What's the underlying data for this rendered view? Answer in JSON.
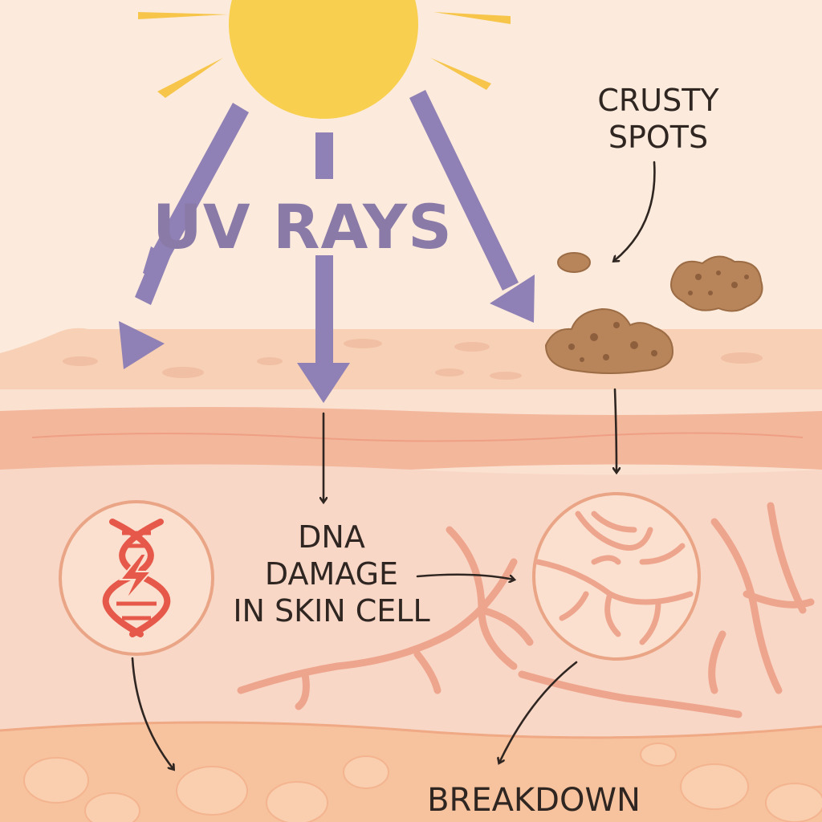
{
  "labels": {
    "uv_rays": "UV RAYS",
    "crusty_spots": [
      "CRUSTY",
      "SPOTS"
    ],
    "dna_damage": [
      "DNA",
      "DAMAGE",
      "IN SKIN CELL"
    ],
    "breakdown": "BREAKDOWN"
  },
  "colors": {
    "background": "#FCEBDC",
    "sun": "#F8CF4E",
    "sun_rays": "#F6C54A",
    "uv_arrows": "#8F80B5",
    "skin_surface": "#F7D0B5",
    "skin_band": "#F3B79C",
    "dermis": "#F9D7C7",
    "fibers": "#EEA58D",
    "crust": "#B8845A",
    "dna_helix": "#E6594A",
    "text": "#2F2622"
  },
  "icons": {
    "sun": "sun-icon",
    "dna_circle": "dna-damage-icon",
    "collagen_circle": "collagen-breakdown-icon",
    "crusty_spots": "crusty-spot-icon"
  }
}
